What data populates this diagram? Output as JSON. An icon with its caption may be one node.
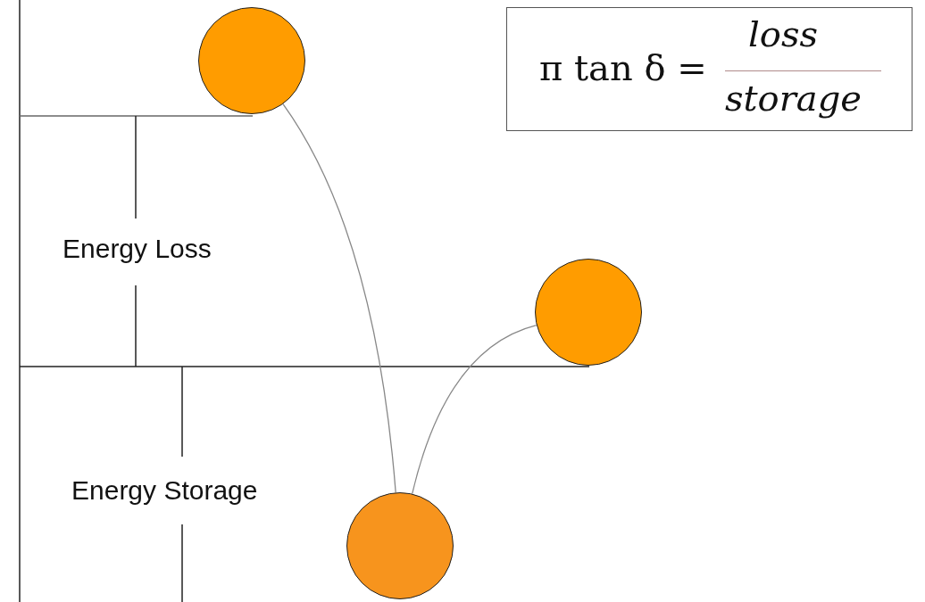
{
  "diagram": {
    "nodes": [
      {
        "text": [],
        "shape": "circle"
      },
      {
        "text": [],
        "shape": "circle"
      },
      {
        "text": [],
        "shape": "circle"
      },
      {
        "text": [
          "π tan δ =",
          "loss",
          "storage"
        ]
      }
    ],
    "edges": [
      {
        "from": 0,
        "to": 2,
        "arrow": "none"
      },
      {
        "from": 2,
        "to": 1,
        "arrow": "none"
      }
    ],
    "labels": [
      "Energy Loss",
      "Energy Storage"
    ]
  }
}
